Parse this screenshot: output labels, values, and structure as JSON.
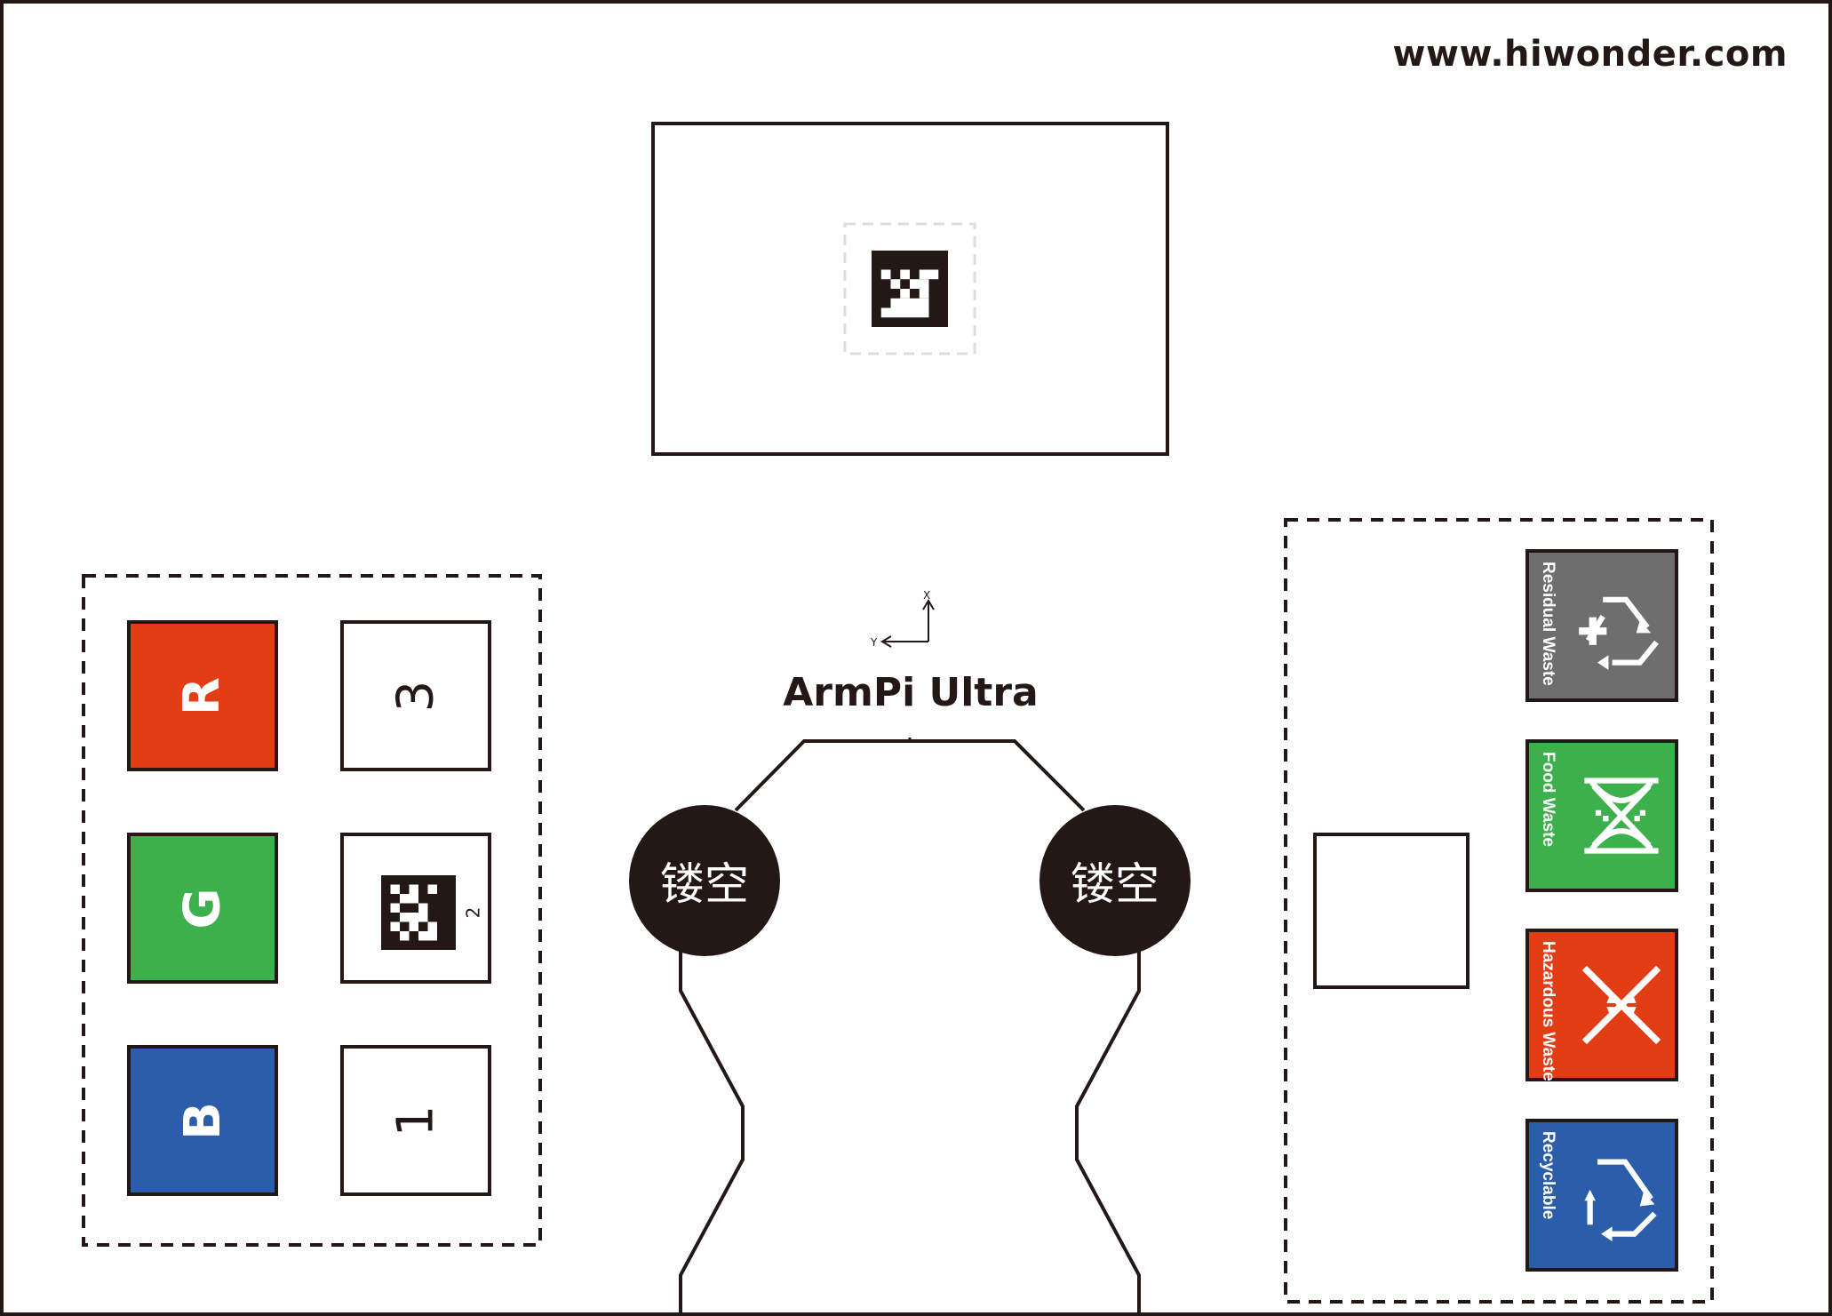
{
  "website": "www.hiwonder.com",
  "title": "ArmPi Ultra",
  "axes": {
    "x_label": "X",
    "y_label": "Y"
  },
  "color_blocks": [
    {
      "label": "R",
      "color": "#E23D14"
    },
    {
      "label": "G",
      "color": "#3CB04A"
    },
    {
      "label": "B",
      "color": "#2B5DAA"
    }
  ],
  "number_cells": [
    {
      "label": "3"
    },
    {
      "label": "",
      "tag_number": "2"
    },
    {
      "label": "1"
    }
  ],
  "cutouts": [
    {
      "label": "镂空"
    },
    {
      "label": "镂空"
    }
  ],
  "waste_bins": [
    {
      "label": "Residual Waste",
      "color": "#6E6E6E",
      "icon": "residual-waste-icon"
    },
    {
      "label": "Food Waste",
      "color": "#3CB04A",
      "icon": "food-waste-icon"
    },
    {
      "label": "Hazardous Waste",
      "color": "#E23D14",
      "icon": "hazardous-waste-icon"
    },
    {
      "label": "Recyclable",
      "color": "#2B5DAA",
      "icon": "recyclable-icon"
    }
  ]
}
